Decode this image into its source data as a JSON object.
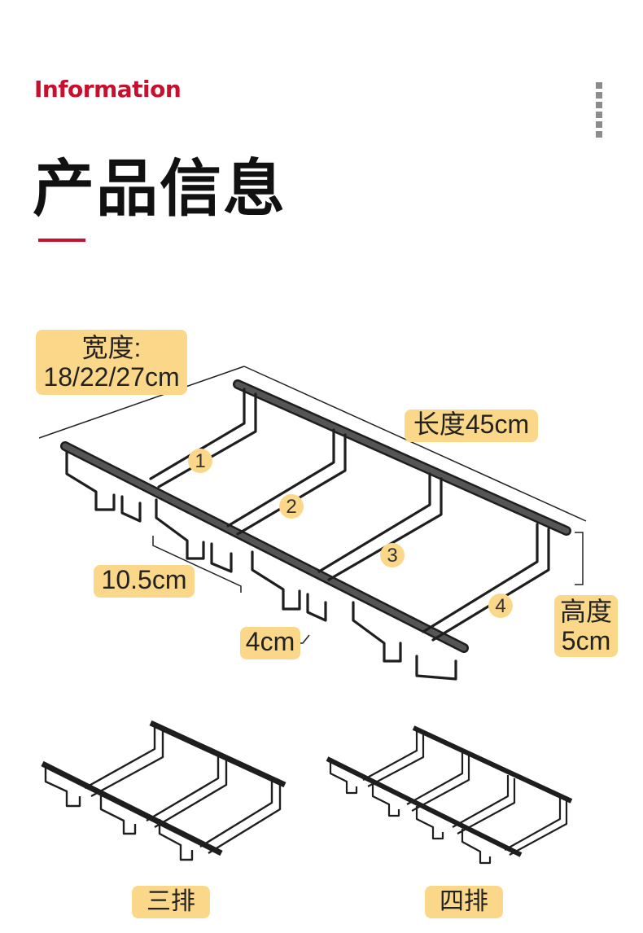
{
  "header": {
    "eyebrow": "Information",
    "title": "产品信息"
  },
  "labels": {
    "width_label": "宽度:",
    "width_value": "18/22/27cm",
    "length": "长度45cm",
    "height_label": "高度",
    "height_value": "5cm",
    "row_spacing": "10.5cm",
    "slot_width": "4cm"
  },
  "row_numbers": [
    "1",
    "2",
    "3",
    "4"
  ],
  "variants": [
    {
      "label": "三排"
    },
    {
      "label": "四排"
    }
  ],
  "colors": {
    "accent": "#c8102e",
    "tag_bg": "#fbd78a",
    "rack": "#1e1e1e"
  }
}
